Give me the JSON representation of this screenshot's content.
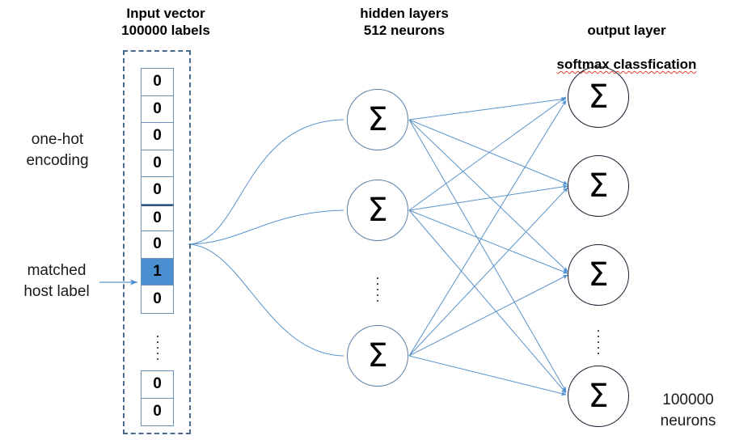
{
  "headers": {
    "input": "Input vector\n100000 labels",
    "hidden": "hidden layers\n512 neurons",
    "output_line1": "output layer",
    "output_line2": "softmax classfication"
  },
  "labels": {
    "one_hot": "one-hot\nencoding",
    "matched": "matched\nhost label",
    "output_count": "100000\nneurons"
  },
  "input_vector": {
    "top_cells": [
      "0",
      "0",
      "0",
      "0",
      "0",
      "0",
      "0",
      "1",
      "0"
    ],
    "bottom_cells": [
      "0",
      "0"
    ],
    "hot_index": 7,
    "ellipsis": "⋮"
  },
  "hidden_layer": {
    "neuron_symbol": "Σ",
    "count": 3,
    "ellipsis": "⋮"
  },
  "output_layer": {
    "neuron_symbol": "Σ",
    "count": 4,
    "ellipsis": "⋮"
  },
  "colors": {
    "accent_blue": "#4a8fd0",
    "link_blue": "#5b93c9",
    "dashed_border": "#4a6b8a",
    "cell_border": "#6b8fb5",
    "output_border": "#1a1a2e",
    "spell_error": "#e03c31",
    "background": "#ffffff"
  }
}
